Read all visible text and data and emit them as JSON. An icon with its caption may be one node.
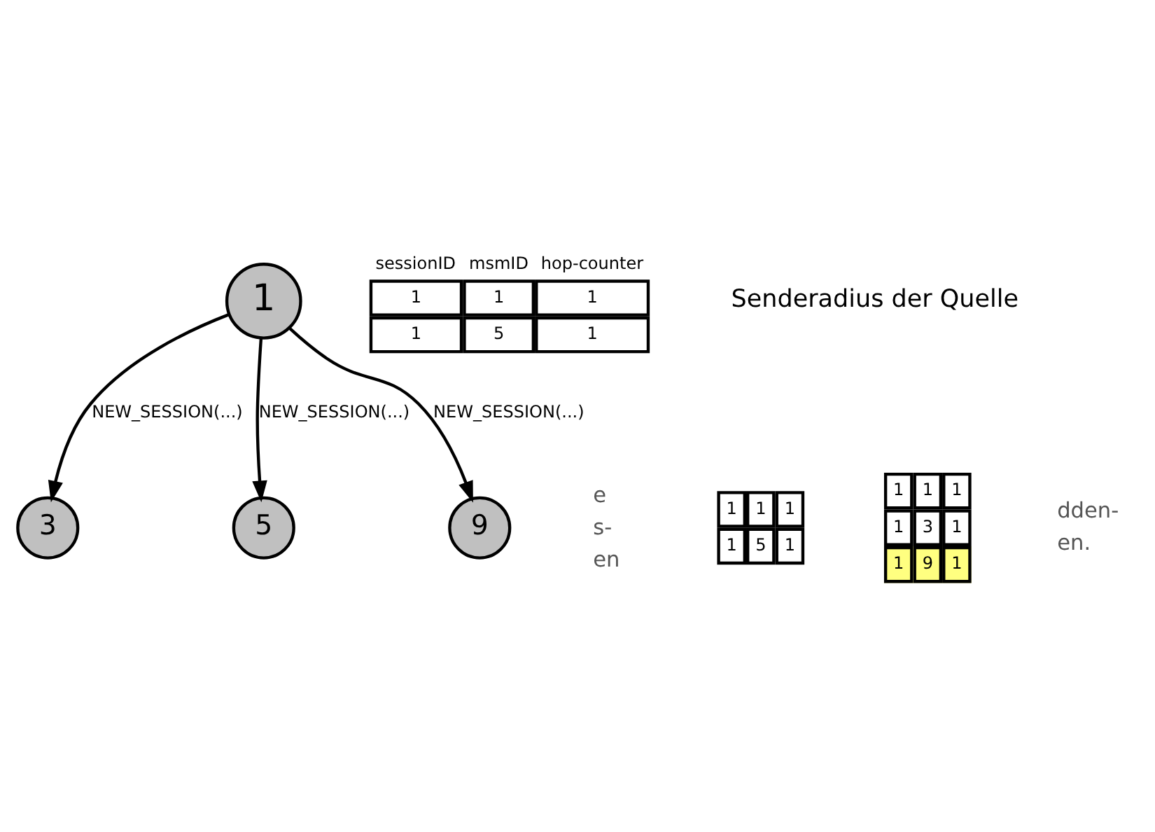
{
  "diagram": {
    "nodes": [
      {
        "text": [
          "1"
        ]
      },
      {
        "text": [
          "3"
        ]
      },
      {
        "text": [
          "5"
        ]
      },
      {
        "text": [
          "9"
        ]
      }
    ],
    "edges": [
      {
        "from": 0,
        "to": 1,
        "arrow": "to",
        "label": "NEW_SESSION(...)"
      },
      {
        "from": 0,
        "to": 2,
        "arrow": "to",
        "label": "NEW_SESSION(...)"
      },
      {
        "from": 0,
        "to": 3,
        "arrow": "to",
        "label": "NEW_SESSION(...)"
      }
    ],
    "labels": [
      "sessionID",
      "msmID",
      "hop-counter",
      "1",
      "1",
      "1",
      "1",
      "5",
      "1",
      "Senderadius der Quelle",
      "e",
      "s-",
      "en",
      "1",
      "1",
      "1",
      "1",
      "5",
      "1",
      "1",
      "1",
      "1",
      "1",
      "3",
      "1",
      "1",
      "9",
      "1",
      "dden-",
      "en."
    ]
  }
}
